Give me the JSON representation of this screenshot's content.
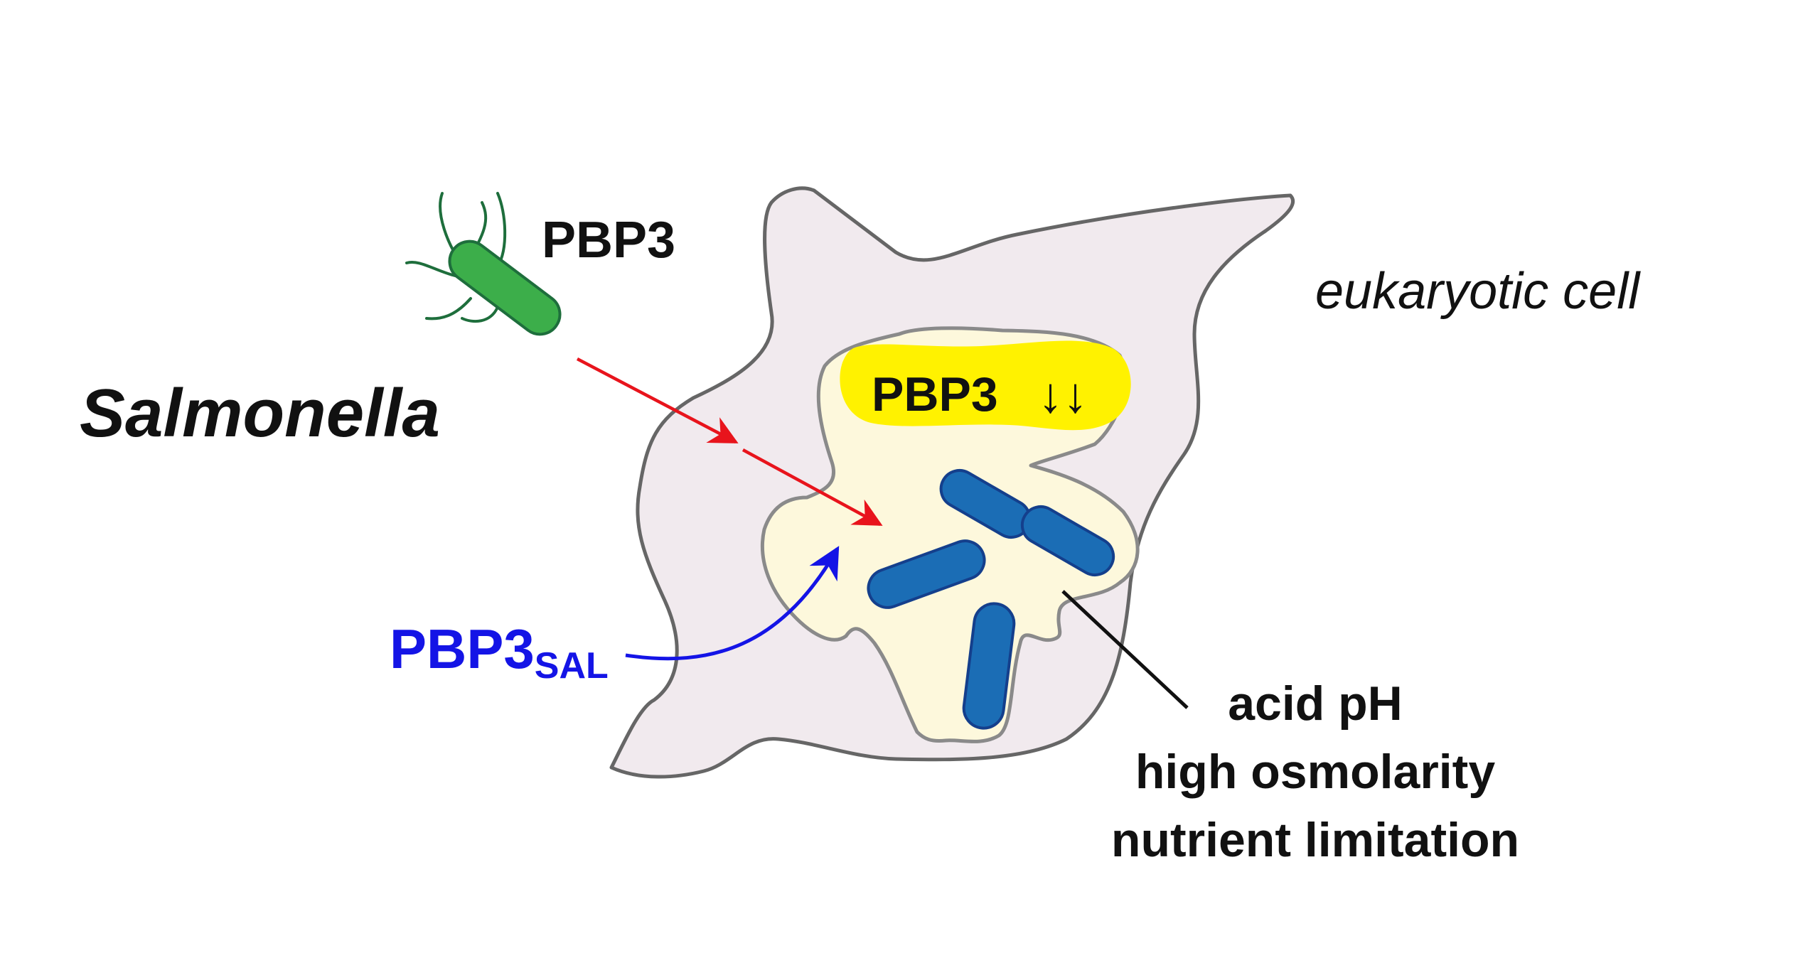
{
  "labels": {
    "salmonella": "Salmonella",
    "pbp3_top": "PBP3",
    "pbp3_vacuole": "PBP3",
    "down_arrows": "↓↓",
    "eukaryotic_cell": "eukaryotic cell",
    "pbp3_sal_main": "PBP3",
    "pbp3_sal_sub": "SAL",
    "condition_1": "acid pH",
    "condition_2": "high osmolarity",
    "condition_3": "nutrient limitation"
  },
  "colors": {
    "cell_fill": "#f1eaee",
    "cell_stroke": "#666666",
    "vacuole_fill": "#fdf8dc",
    "vacuole_stroke": "#8a8a8a",
    "highlight": "#fff200",
    "bacterium_green": "#3cae4a",
    "bacterium_blue": "#1b6db5",
    "arrow_red": "#e8141c",
    "arrow_blue": "#1414e6",
    "text": "#111111"
  }
}
